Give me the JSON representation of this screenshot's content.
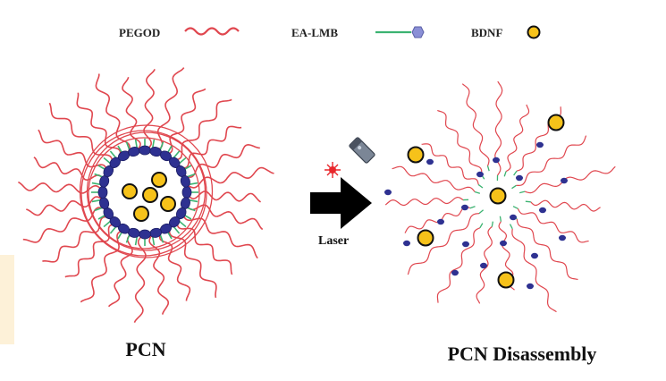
{
  "legend": {
    "pegod_label": "PEGOD",
    "ealmb_label": "EA-LMB",
    "bdnf_label": "BDNF"
  },
  "laser_label": "Laser",
  "caption_left": "PCN",
  "caption_right": "PCN Disassembly",
  "colors": {
    "pegod": "#e0474f",
    "ealmb_stem": "#3cb371",
    "ealmb_head": "#8a8fd6",
    "bead": "#2e3191",
    "bdnf_fill": "#f6c21a",
    "bdnf_stroke": "#111111",
    "arrow": "#000000",
    "laser_spark": "#e8262b"
  },
  "icons": [
    "wavy-chain-icon",
    "rod-hexagon-icon",
    "yellow-circle-icon",
    "laser-pointer-icon",
    "right-arrow-icon"
  ]
}
